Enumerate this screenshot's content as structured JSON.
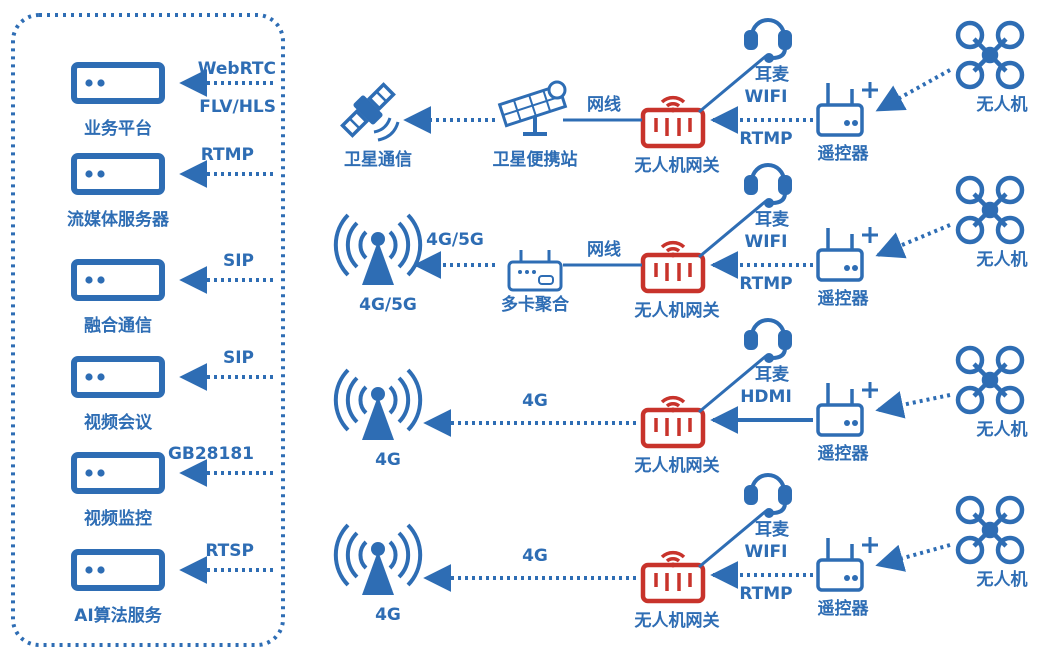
{
  "colors": {
    "blue": "#2E6DB4",
    "red": "#C8332B",
    "background": "#FFFFFF"
  },
  "servers": [
    {
      "label": "业务平台",
      "protocols": [
        "WebRTC",
        "FLV/HLS"
      ],
      "icon": "server-icon"
    },
    {
      "label": "流媒体服务器",
      "protocols": [
        "RTMP"
      ],
      "icon": "server-icon"
    },
    {
      "label": "融合通信",
      "protocols": [
        "SIP"
      ],
      "icon": "server-icon"
    },
    {
      "label": "视频会议",
      "protocols": [
        "SIP"
      ],
      "icon": "server-icon"
    },
    {
      "label": "视频监控",
      "protocols": [
        "GB28181"
      ],
      "icon": "server-icon"
    },
    {
      "label": "AI算法服务",
      "protocols": [
        "RTSP"
      ],
      "icon": "server-icon"
    }
  ],
  "rows": [
    {
      "network_label": "卫星通信",
      "network_icon": "satellite-icon",
      "relay_label": "卫星便携站",
      "relay_icon": "satellite-dish-icon",
      "relay_link": "网线",
      "uplink_label": "",
      "gateway_label": "无人机网关",
      "headset_label": "耳麦",
      "link_top": "WIFI",
      "link_bottom": "RTMP",
      "controller_label": "遥控器",
      "drone_label": "无人机"
    },
    {
      "network_label": "4G/5G",
      "network_icon": "cell-tower-icon",
      "relay_label": "多卡聚合",
      "relay_icon": "router-icon",
      "relay_link": "网线",
      "uplink_label": "4G/5G",
      "gateway_label": "无人机网关",
      "headset_label": "耳麦",
      "link_top": "WIFI",
      "link_bottom": "RTMP",
      "controller_label": "遥控器",
      "drone_label": "无人机"
    },
    {
      "network_label": "4G",
      "network_icon": "cell-tower-icon",
      "uplink_label": "4G",
      "gateway_label": "无人机网关",
      "headset_label": "耳麦",
      "link_top": "HDMI",
      "link_bottom": "",
      "controller_label": "遥控器",
      "drone_label": "无人机"
    },
    {
      "network_label": "4G",
      "network_icon": "cell-tower-icon",
      "uplink_label": "4G",
      "gateway_label": "无人机网关",
      "headset_label": "耳麦",
      "link_top": "WIFI",
      "link_bottom": "RTMP",
      "controller_label": "遥控器",
      "drone_label": "无人机"
    }
  ]
}
